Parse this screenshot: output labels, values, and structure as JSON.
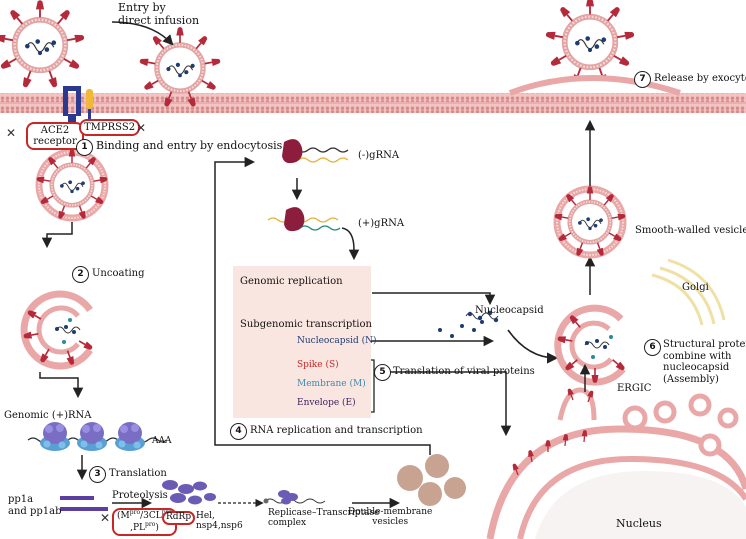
{
  "labels": {
    "entry_direct": "Entry by\ndirect infusion",
    "ace2": "ACE2\nreceptor",
    "tmprss2": "TMPRSS2",
    "step1": "Binding and entry by endocytosis",
    "step2": "Uncoating",
    "step3": "Translation",
    "step4": "RNA replication and transcription",
    "step5": "Translation of viral proteins",
    "step6": "Structural proteins\ncombine with\nnucleocapsid\n(Assembly)",
    "step7": "Release by exocytosis",
    "neg_grna": "(-)gRNA",
    "pos_grna": "(+)gRNA",
    "genomic_rna": "Genomic (+)RNA",
    "aaa": "AAA",
    "pp1a": "pp1a\nand pp1ab",
    "proteolysis": "Proteolysis",
    "mpro": "(M",
    "mpro_sup": "pro",
    "mpro_mid": "/3CL",
    "mpro_sup2": "pro",
    "plpro": ",PL",
    "plpro_sup": "pro",
    "plpro_end": ")",
    "rdrp": "RdRp",
    "hel": "Hel,\nnsp4,nsp6",
    "replicase": "Replicase–Transcriptase\ncomplex",
    "dmv": "Double-membrane\nvesicles",
    "genomic_replication": "Genomic replication",
    "subgenomic": "Subgenomic transcription",
    "nucleocapsid_n": "Nucleocapsid (N)",
    "spike": "Spike (S)",
    "membrane": "Membrane (M)",
    "envelope": "Envelope (E)",
    "nucleocapsid": "Nucleocapsid",
    "smooth_vesicle": "Smooth-walled vesicle",
    "golgi": "Golgi",
    "ergic": "ERGIC",
    "nucleus": "Nucleus"
  },
  "step_numbers": [
    "1",
    "2",
    "3",
    "4",
    "5",
    "6",
    "7"
  ],
  "colors": {
    "membrane": "#e9a7a7",
    "membrane_dark": "#c97a7a",
    "spike": "#b52a3a",
    "red_highlight": "#c62828",
    "panel": "#fae6e0",
    "rdrp_body": "#8c1d3d",
    "rna_dark": "#333333",
    "rna_yellow": "#e8b23a",
    "rna_teal": "#2a8a7a",
    "ribosome": "#7a6ec4",
    "nucleocapsid_blue": "#1f3b73",
    "pp_bar": "#5b3fa0",
    "golgi": "#efe0a6"
  }
}
